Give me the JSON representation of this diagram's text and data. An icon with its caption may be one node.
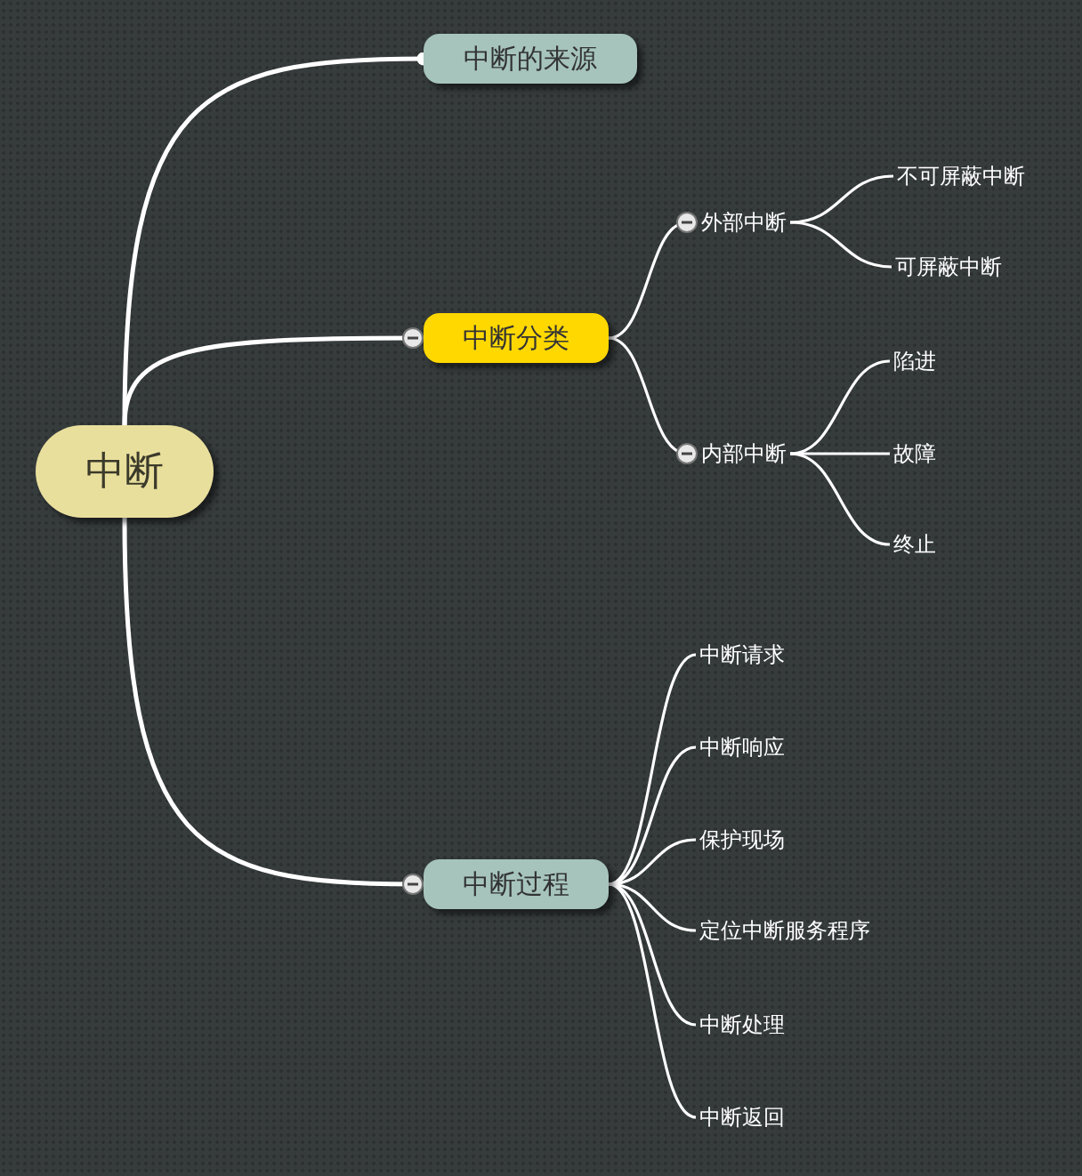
{
  "diagram": {
    "nodes": [
      {
        "text": [
          "中断"
        ]
      },
      {
        "text": [
          "中断的来源"
        ]
      },
      {
        "text": [
          "中断分类"
        ]
      },
      {
        "text": [
          "外部中断"
        ]
      },
      {
        "text": [
          "不可屏蔽中断"
        ]
      },
      {
        "text": [
          "可屏蔽中断"
        ]
      },
      {
        "text": [
          "内部中断"
        ]
      },
      {
        "text": [
          "陷进"
        ]
      },
      {
        "text": [
          "故障"
        ]
      },
      {
        "text": [
          "终止"
        ]
      },
      {
        "text": [
          "中断过程"
        ]
      },
      {
        "text": [
          "中断请求"
        ]
      },
      {
        "text": [
          "中断响应"
        ]
      },
      {
        "text": [
          "保护现场"
        ]
      },
      {
        "text": [
          "定位中断服务程序"
        ]
      },
      {
        "text": [
          "中断处理"
        ]
      },
      {
        "text": [
          "中断返回"
        ]
      }
    ],
    "edges": [
      {
        "from": 0,
        "to": 1,
        "arrow": "other"
      },
      {
        "from": 0,
        "to": 2,
        "arrow": "none"
      },
      {
        "from": 0,
        "to": 10,
        "arrow": "none"
      },
      {
        "from": 2,
        "to": 3,
        "arrow": "none"
      },
      {
        "from": 2,
        "to": 6,
        "arrow": "none"
      },
      {
        "from": 3,
        "to": 4,
        "arrow": "none"
      },
      {
        "from": 3,
        "to": 5,
        "arrow": "none"
      },
      {
        "from": 6,
        "to": 7,
        "arrow": "none"
      },
      {
        "from": 6,
        "to": 8,
        "arrow": "none"
      },
      {
        "from": 6,
        "to": 9,
        "arrow": "none"
      },
      {
        "from": 10,
        "to": 11,
        "arrow": "none"
      },
      {
        "from": 10,
        "to": 12,
        "arrow": "none"
      },
      {
        "from": 10,
        "to": 13,
        "arrow": "none"
      },
      {
        "from": 10,
        "to": 14,
        "arrow": "none"
      },
      {
        "from": 10,
        "to": 15,
        "arrow": "none"
      },
      {
        "from": 10,
        "to": 16,
        "arrow": "none"
      }
    ]
  }
}
